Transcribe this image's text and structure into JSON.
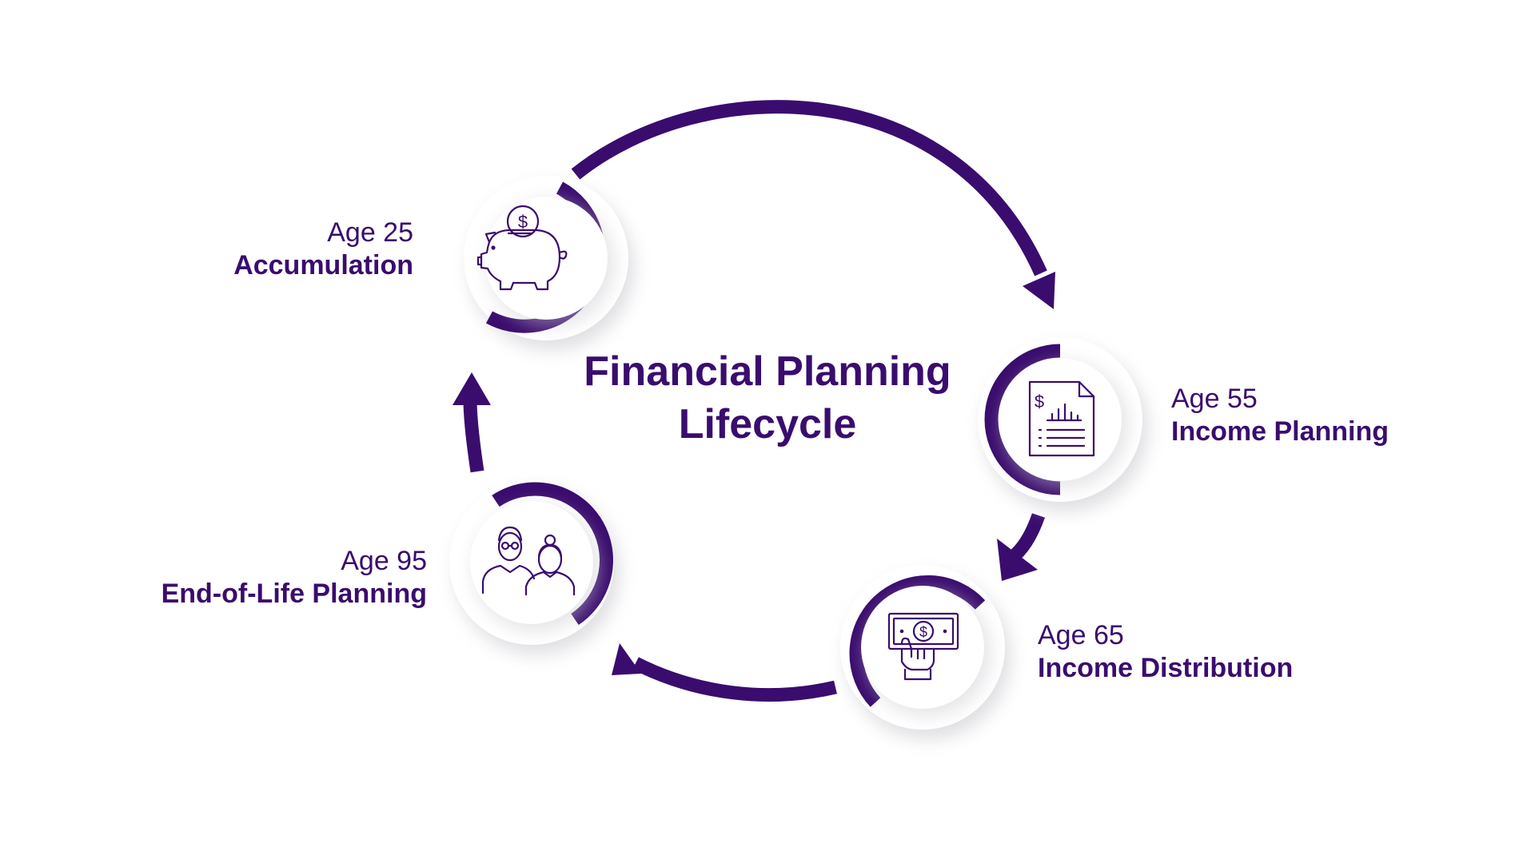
{
  "title": {
    "line1": "Financial Planning",
    "line2": "Lifecycle"
  },
  "colors": {
    "accent": "#3a0c6e",
    "circle_fill": "#ffffff",
    "shadow": "#d9d9de"
  },
  "stages": [
    {
      "age": "Age 25",
      "name": "Accumulation",
      "icon": "piggy-bank-icon"
    },
    {
      "age": "Age 55",
      "name": "Income Planning",
      "icon": "financial-report-icon"
    },
    {
      "age": "Age 65",
      "name": "Income Distribution",
      "icon": "hand-with-banknote-icon"
    },
    {
      "age": "Age 95",
      "name": "End-of-Life Planning",
      "icon": "elderly-couple-icon"
    }
  ]
}
